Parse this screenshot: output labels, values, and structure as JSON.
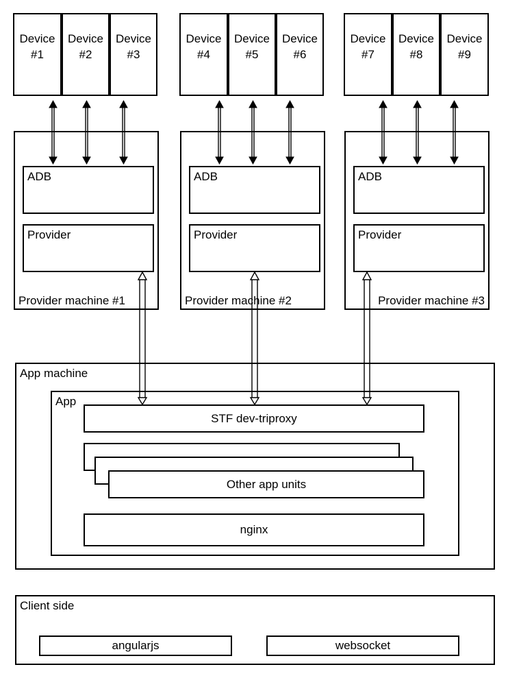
{
  "devices": [
    {
      "line1": "Device",
      "line2": "#1"
    },
    {
      "line1": "Device",
      "line2": "#2"
    },
    {
      "line1": "Device",
      "line2": "#3"
    },
    {
      "line1": "Device",
      "line2": "#4"
    },
    {
      "line1": "Device",
      "line2": "#5"
    },
    {
      "line1": "Device",
      "line2": "#6"
    },
    {
      "line1": "Device",
      "line2": "#7"
    },
    {
      "line1": "Device",
      "line2": "#8"
    },
    {
      "line1": "Device",
      "line2": "#9"
    }
  ],
  "provider_machines": [
    {
      "title": "Provider machine #1",
      "adb": "ADB",
      "provider": "Provider"
    },
    {
      "title": "Provider machine #2",
      "adb": "ADB",
      "provider": "Provider"
    },
    {
      "title": "Provider machine #3",
      "adb": "ADB",
      "provider": "Provider"
    }
  ],
  "app_machine": {
    "title": "App machine",
    "app": {
      "title": "App",
      "triproxy": "STF dev-triproxy",
      "other_units": "Other app units",
      "nginx": "nginx"
    }
  },
  "client_side": {
    "title": "Client side",
    "angularjs": "angularjs",
    "websocket": "websocket"
  }
}
